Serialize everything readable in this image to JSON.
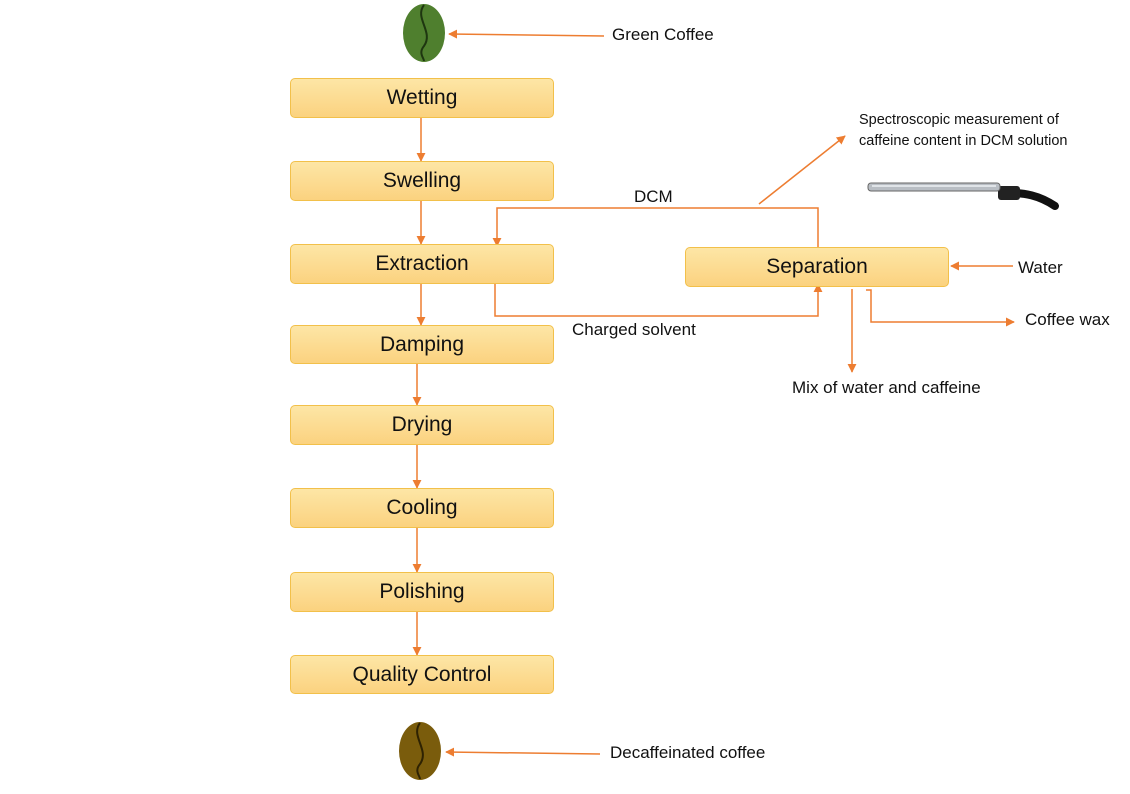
{
  "steps": [
    "Wetting",
    "Swelling",
    "Extraction",
    "Damping",
    "Drying",
    "Cooling",
    "Polishing",
    "Quality Control"
  ],
  "separation": "Separation",
  "labels": {
    "green_coffee": "Green Coffee",
    "decaf_coffee": "Decaffeinated coffee",
    "dcm": "DCM",
    "charged_solvent": "Charged solvent",
    "water": "Water",
    "coffee_wax": "Coffee wax",
    "mix": "Mix of water and caffeine",
    "spectro_line1": "Spectroscopic measurement of",
    "spectro_line2": "caffeine content in DCM solution"
  },
  "icons": {
    "green_bean": "green-coffee-bean-icon",
    "roasted_bean": "roasted-coffee-bean-icon",
    "probe": "spectroscopic-probe-icon"
  },
  "colors": {
    "arrow": "#ed7d31",
    "box_fill": "#fcd98f",
    "box_border": "#f2c04a",
    "green_bean": "#4f7f2e",
    "roasted_bean": "#7a5c0c"
  }
}
